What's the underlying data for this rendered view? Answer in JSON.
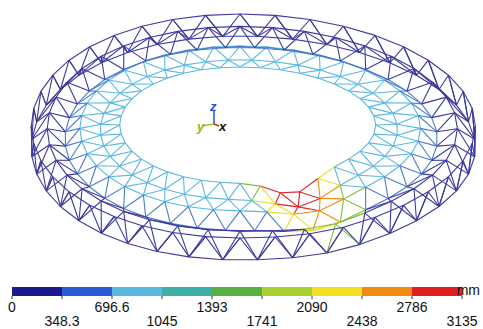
{
  "diagram": {
    "labels": [
      "y",
      "z",
      "x",
      "0",
      "696.6",
      "1393",
      "2090",
      "2786",
      "348.3",
      "1045",
      "1741",
      "2438",
      "3135",
      "mm"
    ]
  }
}
